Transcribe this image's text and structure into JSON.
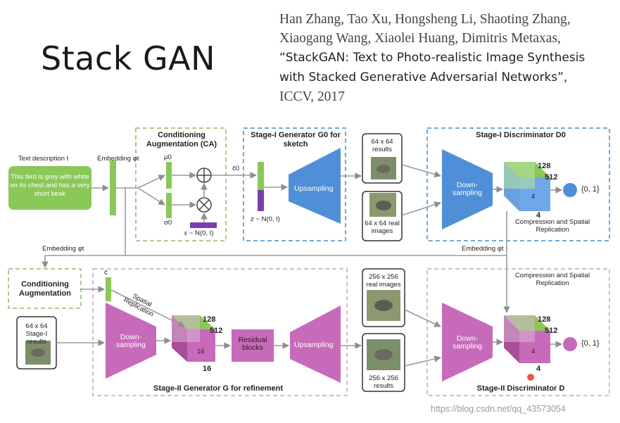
{
  "slide": {
    "title": "Stack GAN",
    "citation": {
      "authors": "Han Zhang, Tao Xu, Hongsheng Li, Shaoting Zhang, Xiaogang Wang, Xiaolei Huang, Dimitris Metaxas,",
      "paper_title": "“StackGAN: Text to Photo-realistic Image Synthesis with Stacked Generative Adversarial Networks”",
      "venue": ", ICCV, 2017"
    }
  },
  "diagram": {
    "text_description_label": "Text description t",
    "text_description": "This bird is grey with white on its chest and has a very short beak",
    "embedding_label": "Embedding φt",
    "ca_stage1_title": "Conditioning Augmentation (CA)",
    "mu_label": "μ0",
    "sigma_label": "σ0",
    "epsilon_label": "ε ~ N(0, I)",
    "c0_label": "ĉ0",
    "z_label": "z ~ N(0, I)",
    "gen1_title": "Stage-I Generator G0 for sketch",
    "upsampling_label": "Upsampling",
    "results64_label": "64 x 64 results",
    "real64_label": "64 x 64 real images",
    "disc1_title": "Stage-I Discriminator D0",
    "downsampling_label": "Down-sampling",
    "dim128": "128",
    "dim512": "512",
    "dim4": "4",
    "dim16": "16",
    "output_label": "{0, 1}",
    "compression_label": "Compression and Spatial Replication",
    "embedding_label_2": "Embedding φt",
    "embedding_label_3": "Embedding φt",
    "ca_stage2_title": "Conditioning Augmentation",
    "c_label": "ĉ",
    "spatial_replication_label": "Spatial Replication",
    "stage1_results_label": "64 x 64 Stage-I results",
    "residual_label": "Residual blocks",
    "gen2_title": "Stage-II Generator G for refinement",
    "real256_label": "256 x 256 real images",
    "results256_label": "256 x 256 results",
    "disc2_title": "Stage-II Discriminator D",
    "colors": {
      "green": "#8ac858",
      "blue": "#4f8fd8",
      "purple": "#7a3fb0",
      "pink": "#c86aba",
      "gray_arrow": "#9a9a9a",
      "green_dash": "#9ab46a",
      "blue_dash": "#3d8fd0",
      "pink_dash": "#c9a3c0"
    }
  },
  "watermark": "https://blog.csdn.net/qq_43573054"
}
